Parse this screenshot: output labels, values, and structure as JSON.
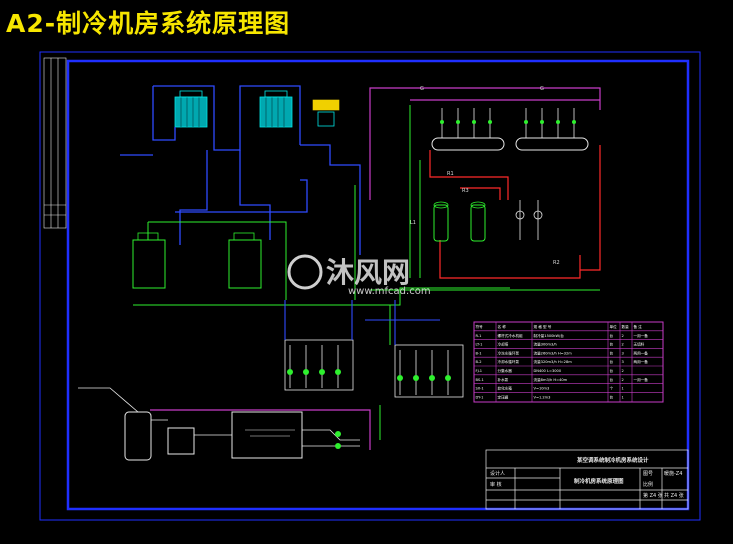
{
  "title": "A2-制冷机房系统原理图",
  "watermark": {
    "brand": "沐风网",
    "url": "www.mfcad.com"
  },
  "title_block": {
    "project": "某空调系统制冷机房系统设计",
    "drawing": "制冷机房系统原理图",
    "drawing_no_label": "图号",
    "drawing_no": "暖施-Z4",
    "scale_label": "比例",
    "sheet": "第 Z4 张",
    "sheet_total": "共 Z4 张",
    "designer_label": "设计人",
    "checker_label": "审 核"
  },
  "pipe_labels": {
    "supply_top_left": "G",
    "supply_top_right": "G",
    "return_r1": "R1",
    "return_r2": "R2",
    "r3": "R3",
    "l1": "L1"
  },
  "legend": {
    "headers": [
      "符号",
      "名 称",
      "规 格 型 号",
      "单位",
      "数量",
      "备 注"
    ],
    "rows": [
      [
        "R-1",
        "螺杆式冷水机组",
        "制冷量1500kW/台",
        "台",
        "2",
        "一用一备"
      ],
      [
        "LT-1",
        "冷却塔",
        "流量300m3/h",
        "台",
        "2",
        "无填料"
      ],
      [
        "B-1",
        "冷冻水循环泵",
        "流量260m3/h H=32m",
        "台",
        "3",
        "两用一备"
      ],
      [
        "B-2",
        "冷却水循环泵",
        "流量320m3/h H=28m",
        "台",
        "3",
        "两用一备"
      ],
      [
        "FJ-1",
        "分集水器",
        "DN400 L=3000",
        "台",
        "2",
        ""
      ],
      [
        "BS-1",
        "补水泵",
        "流量8m3/h H=40m",
        "台",
        "2",
        "一用一备"
      ],
      [
        "SX-1",
        "软化水箱",
        "V=10m3",
        "个",
        "1",
        ""
      ],
      [
        "DY-1",
        "定压罐",
        "V=1.2m3",
        "台",
        "1",
        ""
      ]
    ]
  },
  "colors": {
    "background": "#000000",
    "frame": "#1f2fff",
    "supply_pipe": "#c83cc8",
    "chilled_pipe": "#ff2a2a",
    "cooling_pipe": "#2ef02e",
    "equipment": "#00e5e5",
    "title": "#f7e600"
  }
}
